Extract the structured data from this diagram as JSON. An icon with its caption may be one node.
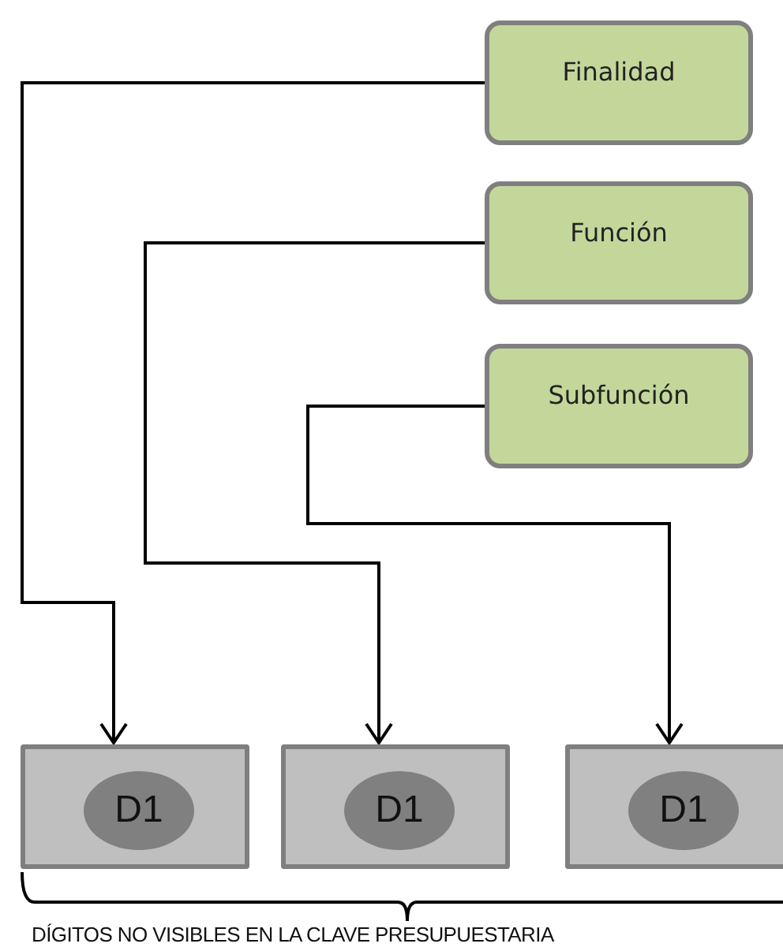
{
  "diagram": {
    "nodes": [
      {
        "text": [
          "Finalidad"
        ]
      },
      {
        "text": [
          "Función"
        ]
      },
      {
        "text": [
          "Subfunción"
        ]
      },
      {
        "text": [],
        "shape": "box"
      },
      {
        "text": [
          "D1"
        ],
        "in": 3
      },
      {
        "text": [],
        "shape": "box"
      },
      {
        "text": [
          "D1"
        ],
        "in": 5
      },
      {
        "text": [],
        "shape": "box"
      },
      {
        "text": [
          "D1"
        ],
        "in": 7
      }
    ],
    "edges": [
      {
        "from": 0,
        "to": 3,
        "arrow": "to"
      },
      {
        "from": 1,
        "to": 5,
        "arrow": "to"
      },
      {
        "from": 2,
        "to": 7,
        "arrow": "to"
      }
    ],
    "labels": [
      "DÍGITOS NO VISIBLES EN LA CLAVE PRESUPUESTARIA"
    ]
  }
}
